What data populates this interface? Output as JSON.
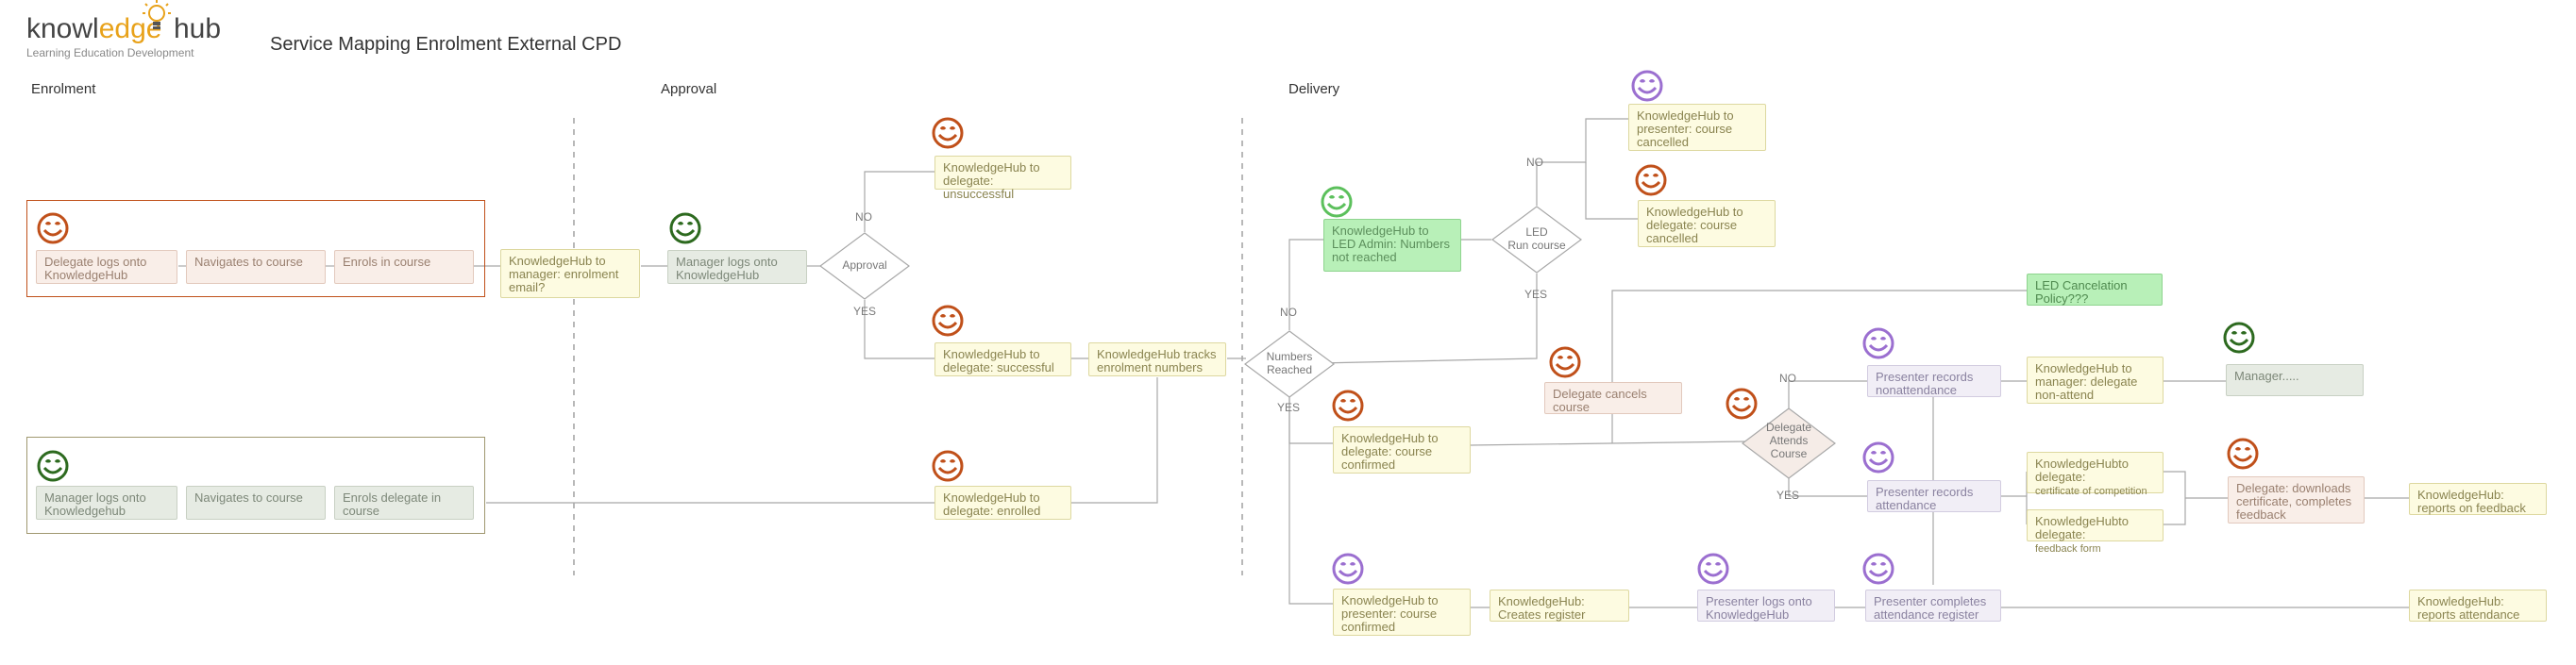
{
  "header": {
    "logo_part1": "knowl",
    "logo_part2": "edge",
    "logo_part3": "hub",
    "logo_subtitle": "Learning  Education  Development",
    "title": "Service Mapping  Enrolment External CPD"
  },
  "sections": {
    "enrolment": "Enrolment",
    "approval": "Approval",
    "delivery": "Delivery"
  },
  "colors": {
    "face_orange": "#c0501a",
    "face_green": "#2d6a1f",
    "face_purple": "#9b6fd0",
    "frame_orange": "#c0501a",
    "frame_olive": "#a09870",
    "logo_accent": "#e8a21a"
  },
  "boxes": {
    "delegate_logs": "Delegate logs onto KnowledgeHub",
    "navigates1": "Navigates to course",
    "enrols": "Enrols in course",
    "kh_manager_email": "KnowledgeHub to manager: enrolment email?",
    "manager_logs": "Manager logs onto KnowledgeHub",
    "kh_unsuccessful": "KnowledgeHub to delegate: unsuccessful",
    "kh_successful": "KnowledgeHub to delegate: successful",
    "kh_tracks": "KnowledgeHub tracks enrolment numbers",
    "manager_logs2": "Manager logs onto Knowledgehub",
    "navigates2": "Navigates to course",
    "enrols_delegate": "Enrols delegate in course",
    "kh_enrolled": "KnowledgeHub to delegate: enrolled",
    "kh_led_admin": "KnowledgeHub to LED Admin: Numbers not reached",
    "kh_presenter_cancelled": "KnowledgeHub to presenter: course cancelled",
    "kh_delegate_cancelled": "KnowledgeHub to delegate: course cancelled",
    "led_policy": "LED Cancelation Policy???",
    "delegate_cancels": "Delegate cancels course",
    "kh_confirmed": "KnowledgeHub to delegate: course confirmed",
    "presenter_nonattend": "Presenter records nonattendance",
    "kh_manager_nonattend": "KnowledgeHub to manager: delegate non-attend",
    "manager_dots": "Manager.....",
    "presenter_attend": "Presenter records attendance",
    "kh_cert_1": "KnowledgeHubto delegate:",
    "kh_cert_2": "certificate of competition",
    "kh_feedback_1": "KnowledgeHubto delegate:",
    "kh_feedback_2": "feedback form",
    "delegate_downloads": "Delegate: downloads certificate, completes feedback",
    "kh_reports_feedback": "KnowledgeHub: reports on feedback",
    "kh_presenter_confirmed": "KnowledgeHub to presenter: course confirmed",
    "kh_creates_register": "KnowledgeHub: Creates register",
    "presenter_logs": "Presenter logs onto KnowledgeHub",
    "presenter_completes": "Presenter completes attendance register",
    "kh_reports_attendance": "KnowledgeHub: reports attendance"
  },
  "decisions": {
    "approval": "Approval",
    "numbers_1": "Numbers",
    "numbers_2": "Reached",
    "led_1": "LED",
    "led_2": "Run course",
    "attends_1": "Delegate",
    "attends_2": "Attends",
    "attends_3": "Course"
  },
  "labels": {
    "no": "NO",
    "yes": "YES"
  }
}
